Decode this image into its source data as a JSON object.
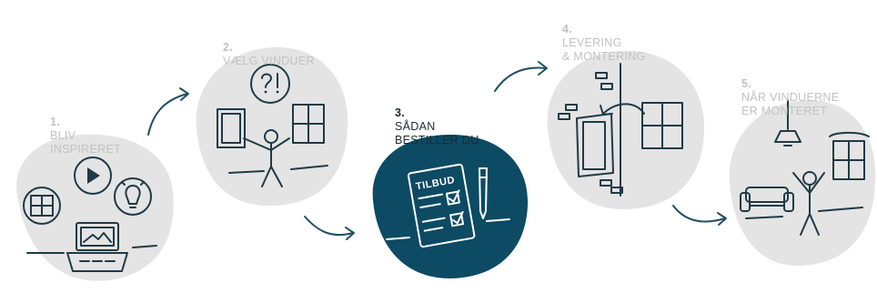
{
  "colors": {
    "blob": "#e4e4e4",
    "active_blob": "#0d4a63",
    "ink": "#1f3a46",
    "inactive_label": "#c2c2c2",
    "active_label": "#1c2b33"
  },
  "steps": [
    {
      "number": "1.",
      "title": "BLIV\nINSPIRERET",
      "active": false
    },
    {
      "number": "2.",
      "title": "VÆLG VINDUER",
      "active": false
    },
    {
      "number": "3.",
      "title": "SÅDAN\nBESTILLER DU",
      "active": true
    },
    {
      "number": "4.",
      "title": "LEVERING\n& MONTERING",
      "active": false
    },
    {
      "number": "5.",
      "title": "NÅR VINDUERNE\nER MONTERET",
      "active": false
    }
  ],
  "step3": {
    "document_label": "TILBUD"
  },
  "icons": {
    "step1": [
      "window-icon",
      "play-icon",
      "lightbulb-icon",
      "laptop-icon"
    ],
    "step2": [
      "question-exclamation-icon",
      "window-icon",
      "stick-figure-icon"
    ],
    "step3": [
      "document-icon",
      "pen-icon",
      "checkbox-icon"
    ],
    "step4": [
      "brick-wall-icon",
      "window-icon",
      "curved-arrow-icon"
    ],
    "step5": [
      "ceiling-lamp-icon",
      "sofa-icon",
      "window-icon",
      "stick-figure-icon"
    ]
  }
}
